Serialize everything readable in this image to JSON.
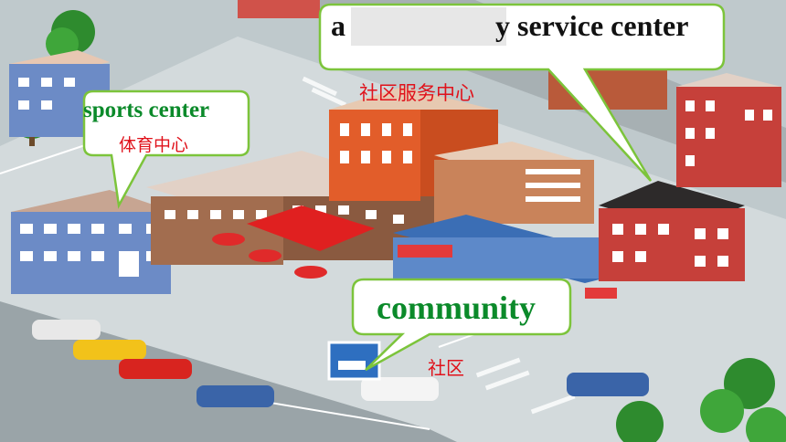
{
  "labels": {
    "service_center_prefix": "a",
    "service_center_suffix": "y service center",
    "service_center_cn": "社区服务中心",
    "sports_center_en": "sports center",
    "sports_center_cn": "体育中心",
    "community_en": "community",
    "community_cn": "社区"
  },
  "colors": {
    "bubble_border": "#7cc43b",
    "bubble_text_black": "#111111",
    "bubble_text_green": "#0b8a2a",
    "cn_red": "#e0121b"
  }
}
